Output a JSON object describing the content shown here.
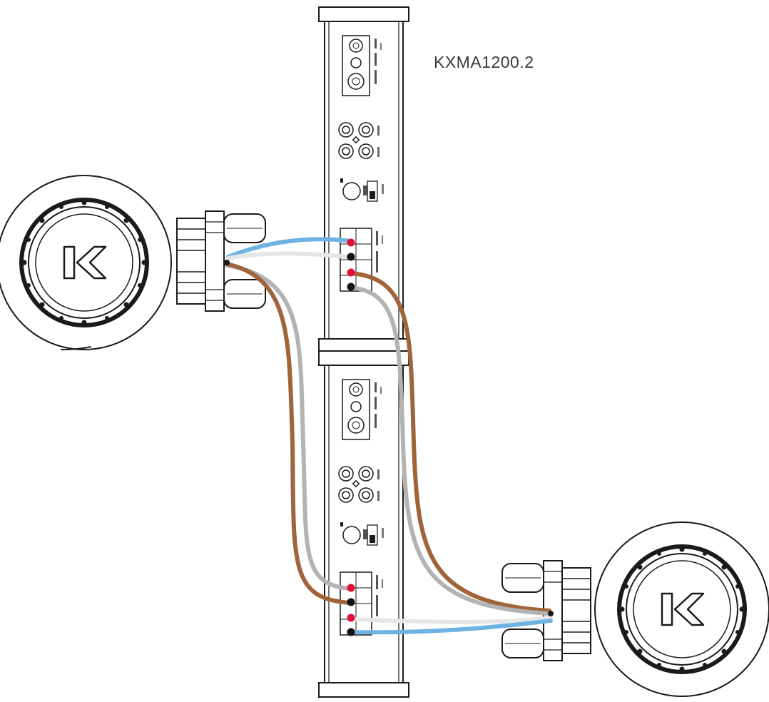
{
  "model_label": "KXMA1200.2",
  "colors": {
    "outline": "#1a1a1a",
    "wire_blue": "#6fb3e3",
    "wire_white": "#e6e6e6",
    "wire_gray": "#b3b3b3",
    "wire_brown": "#a0643a",
    "terminal_positive": "#e0103a",
    "terminal_negative": "#111111"
  },
  "components": {
    "amplifiers": [
      {
        "id": "amp-top",
        "terminals": [
          "positive",
          "negative",
          "positive",
          "negative"
        ]
      },
      {
        "id": "amp-bottom",
        "terminals": [
          "positive",
          "negative",
          "positive",
          "negative"
        ]
      }
    ],
    "subwoofers": [
      {
        "id": "sub-left",
        "logo_icon": "kicker-k-logo-icon"
      },
      {
        "id": "sub-right",
        "logo_icon": "kicker-k-logo-icon"
      }
    ]
  }
}
